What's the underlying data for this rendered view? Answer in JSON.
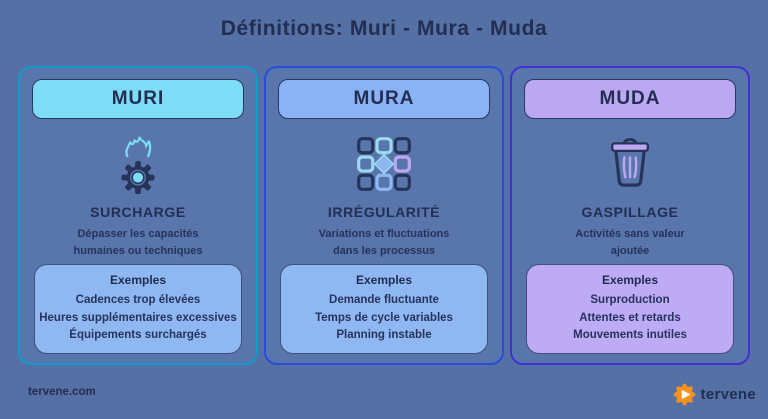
{
  "title": "Définitions: Muri - Mura - Muda",
  "cards": [
    {
      "header": "MURI",
      "icon": "flaming-gear-icon",
      "subtitle": "SURCHARGE",
      "description_lines": [
        "Dépasser les capacités",
        "humaines ou techniques"
      ],
      "examples_title": "Exemples",
      "examples": [
        "Cadences trop élevées",
        "Heures supplémentaires excessives",
        "Équipements surchargés"
      ],
      "colors": {
        "accent_border": "#0E9CC8",
        "header_bg": "#7EDDF6",
        "examples_bg": "#8FB8F2"
      }
    },
    {
      "header": "MURA",
      "icon": "irregular-grid-icon",
      "subtitle": "IRRÉGULARITÉ",
      "description_lines": [
        "Variations et fluctuations",
        "dans les processus"
      ],
      "examples_title": "Exemples",
      "examples": [
        "Demande fluctuante",
        "Temps de cycle variables",
        "Planning instable"
      ],
      "colors": {
        "accent_border": "#2B4BE0",
        "header_bg": "#8AB2F4",
        "examples_bg": "#8FB8F2"
      }
    },
    {
      "header": "MUDA",
      "icon": "trash-can-icon",
      "subtitle": "GASPILLAGE",
      "description_lines": [
        "Activités sans valeur",
        "ajoutée"
      ],
      "examples_title": "Exemples",
      "examples": [
        "Surproduction",
        "Attentes et retards",
        "Mouvements inutiles"
      ],
      "colors": {
        "accent_border": "#4130D6",
        "header_bg": "#BCA7F2",
        "examples_bg": "#BEABF6"
      }
    }
  ],
  "footer": {
    "website": "tervene.com",
    "brand": "tervene",
    "logo_icon": "tervene-starburst-icon",
    "logo_color": "#F5921E"
  },
  "colors": {
    "page_bg": "#5470A4",
    "card_bg": "#5876AB",
    "text_dark": "#222E52"
  }
}
